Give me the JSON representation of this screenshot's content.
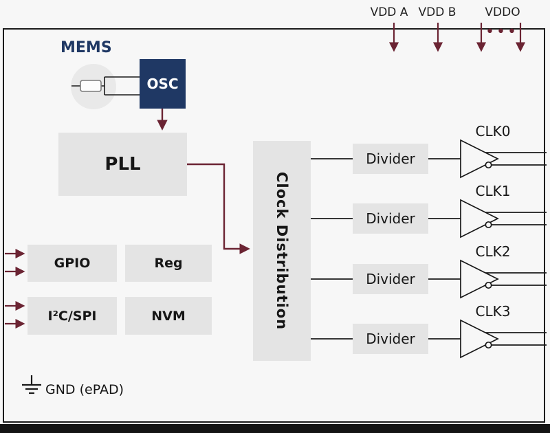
{
  "colors": {
    "background": "#f7f7f7",
    "outline": "#1a1a1a",
    "block_fill": "#e4e4e4",
    "osc_fill": "#1f3864",
    "mems_text": "#1f3864",
    "signal_maroon": "#6b2433",
    "wire_black": "#1a1a1a"
  },
  "power_rails": {
    "vdd_a": "VDD A",
    "vdd_b": "VDD B",
    "vddo": "VDDO",
    "ellipsis": "•••"
  },
  "blocks": {
    "mems": "MEMS",
    "osc": "OSC",
    "pll": "PLL",
    "gpio": "GPIO",
    "reg": "Reg",
    "i2c_spi": "I²C/SPI",
    "nvm": "NVM",
    "clock_distribution": "Clock Distribution",
    "divider": "Divider"
  },
  "outputs": [
    {
      "label": "CLK0"
    },
    {
      "label": "CLK1"
    },
    {
      "label": "CLK2"
    },
    {
      "label": "CLK3"
    }
  ],
  "ground_label": "GND (ePAD)"
}
